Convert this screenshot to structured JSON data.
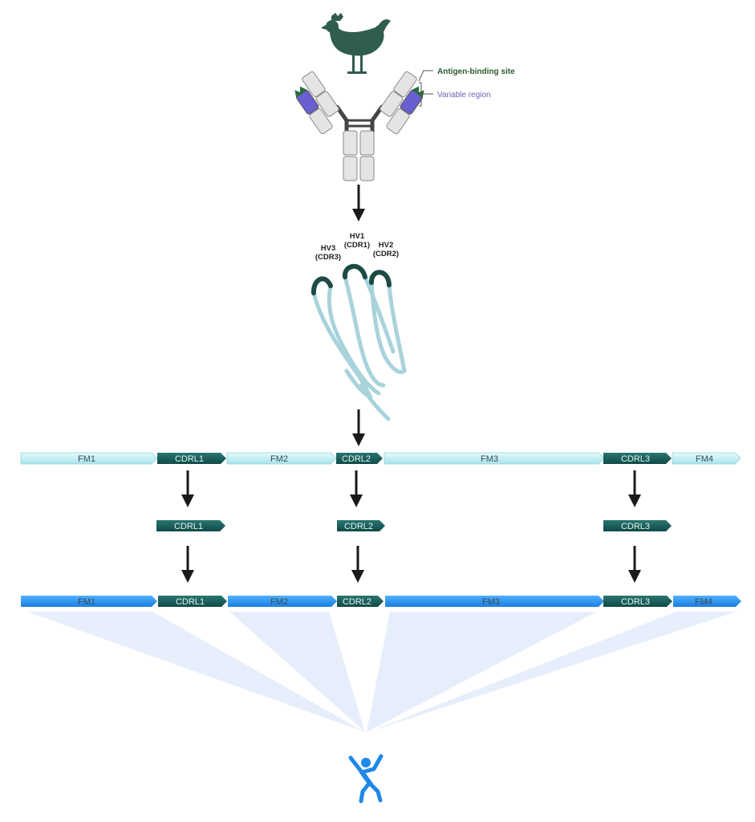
{
  "annotations": {
    "antigen_binding_site": "Antigen-binding site",
    "variable_region": "Variable region"
  },
  "loops": {
    "hv3": "HV3",
    "hv3_sub": "(CDR3)",
    "hv1": "HV1",
    "hv1_sub": "(CDR1)",
    "hv2": "HV2",
    "hv2_sub": "(CDR2)"
  },
  "segments": {
    "fm1": "FM1",
    "cdrl1": "CDRL1",
    "fm2": "FM2",
    "cdrl2": "CDRL2",
    "fm3": "FM3",
    "cdrl3": "CDRL3",
    "fm4": "FM4"
  },
  "colors": {
    "chicken": "#2f5d4e",
    "variable_domain": "#6a5fd0",
    "constant_domain": "#e4e4e4",
    "cdr_dark": "#155a55",
    "chicken_framework": "#c6f1f4",
    "human_framework": "#1e88e8",
    "loop_dark": "#1c4a44",
    "loop_light": "#a8d3db",
    "human": "#1e88e8",
    "antigen_label": "#2d5a2a",
    "variable_label": "#6b63b5"
  }
}
